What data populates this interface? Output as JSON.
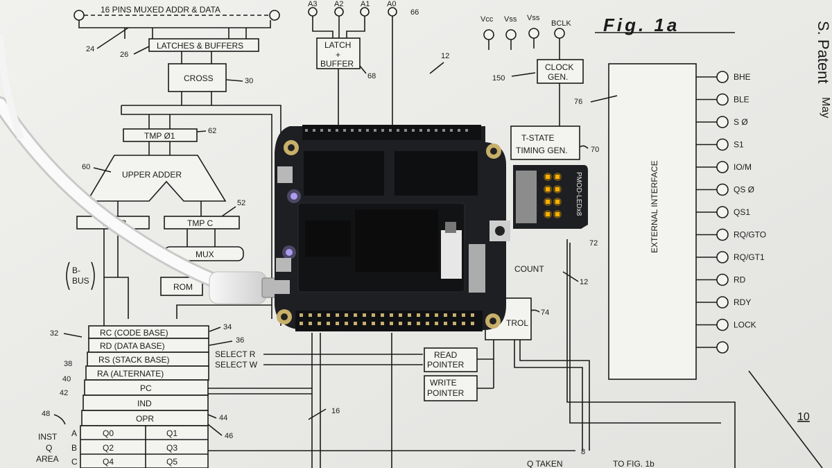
{
  "patent": {
    "figure_label": "Fig. 1a",
    "header_text": "S. Patent",
    "header_text2": "May",
    "top_bus": "16 PINS  MUXED  ADDR & DATA",
    "latches_buffers": "LATCHES & BUFFERS",
    "cross": "CROSS",
    "tmp01": "TMP Ø1",
    "upper_adder": "UPPER ADDER",
    "tmp_b": "TMP B",
    "tmp_c": "TMP C",
    "mux": "MUX",
    "rom": "ROM",
    "b_bus": [
      "B-",
      "BUS"
    ],
    "registers": [
      "RC (CODE BASE)",
      "RD (DATA BASE)",
      "RS (STACK BASE)",
      "RA (ALTERNATE)",
      "PC",
      "IND",
      "OPR"
    ],
    "queue_left": [
      "Q0",
      "Q2",
      "Q4"
    ],
    "queue_right": [
      "Q1",
      "Q3",
      "Q5"
    ],
    "queue_rows": [
      "A",
      "B",
      "C"
    ],
    "inst_q_area": [
      "INST",
      "Q",
      "AREA"
    ],
    "select_r": "SELECT R",
    "select_w": "SELECT W",
    "read_pointer": [
      "READ",
      "POINTER"
    ],
    "write_pointer": [
      "WRITE",
      "POINTER"
    ],
    "latch_buffer": [
      "LATCH",
      "+",
      "BUFFER"
    ],
    "addr_pins": [
      "A3",
      "A2",
      "A1",
      "A0"
    ],
    "power_pins": [
      "Vcc",
      "Vss",
      "Vss",
      "BCLK"
    ],
    "clock_gen": [
      "CLOCK",
      "GEN."
    ],
    "t_state": [
      "T-STATE",
      "TIMING GEN."
    ],
    "external_interface": "EXTERNAL INTERFACE",
    "ext_pins": [
      "BHE",
      "BLE",
      "S Ø",
      "S1",
      "IO/M",
      "QS Ø",
      "QS1",
      "RQ/GTO",
      "RQ/GT1",
      "RD",
      "RDY",
      "LOCK",
      ""
    ],
    "count": "COUNT",
    "control": "TROL",
    "q_taken": "Q TAKEN",
    "to_fig": "TO FIG. 1b",
    "refs": {
      "r24": "24",
      "r26": "26",
      "r30": "30",
      "r62": "62",
      "r60": "60",
      "r52": "52",
      "r32": "32",
      "r34": "34",
      "r36": "36",
      "r38": "38",
      "r40": "40",
      "r42": "42",
      "r44": "44",
      "r46": "46",
      "r48": "48",
      "r66": "66",
      "r68": "68",
      "r12a": "12",
      "r150": "150",
      "r70": "70",
      "r76": "76",
      "r72": "72",
      "r12b": "12",
      "r74": "74",
      "r16": "16",
      "r10": "10",
      "r8": "8"
    }
  },
  "board": {
    "pmod_label": "PMOD-LEDx8",
    "led_color": "#ffb000",
    "status_led_color": "#b9a6ff",
    "board_color": "#1d1f22"
  }
}
